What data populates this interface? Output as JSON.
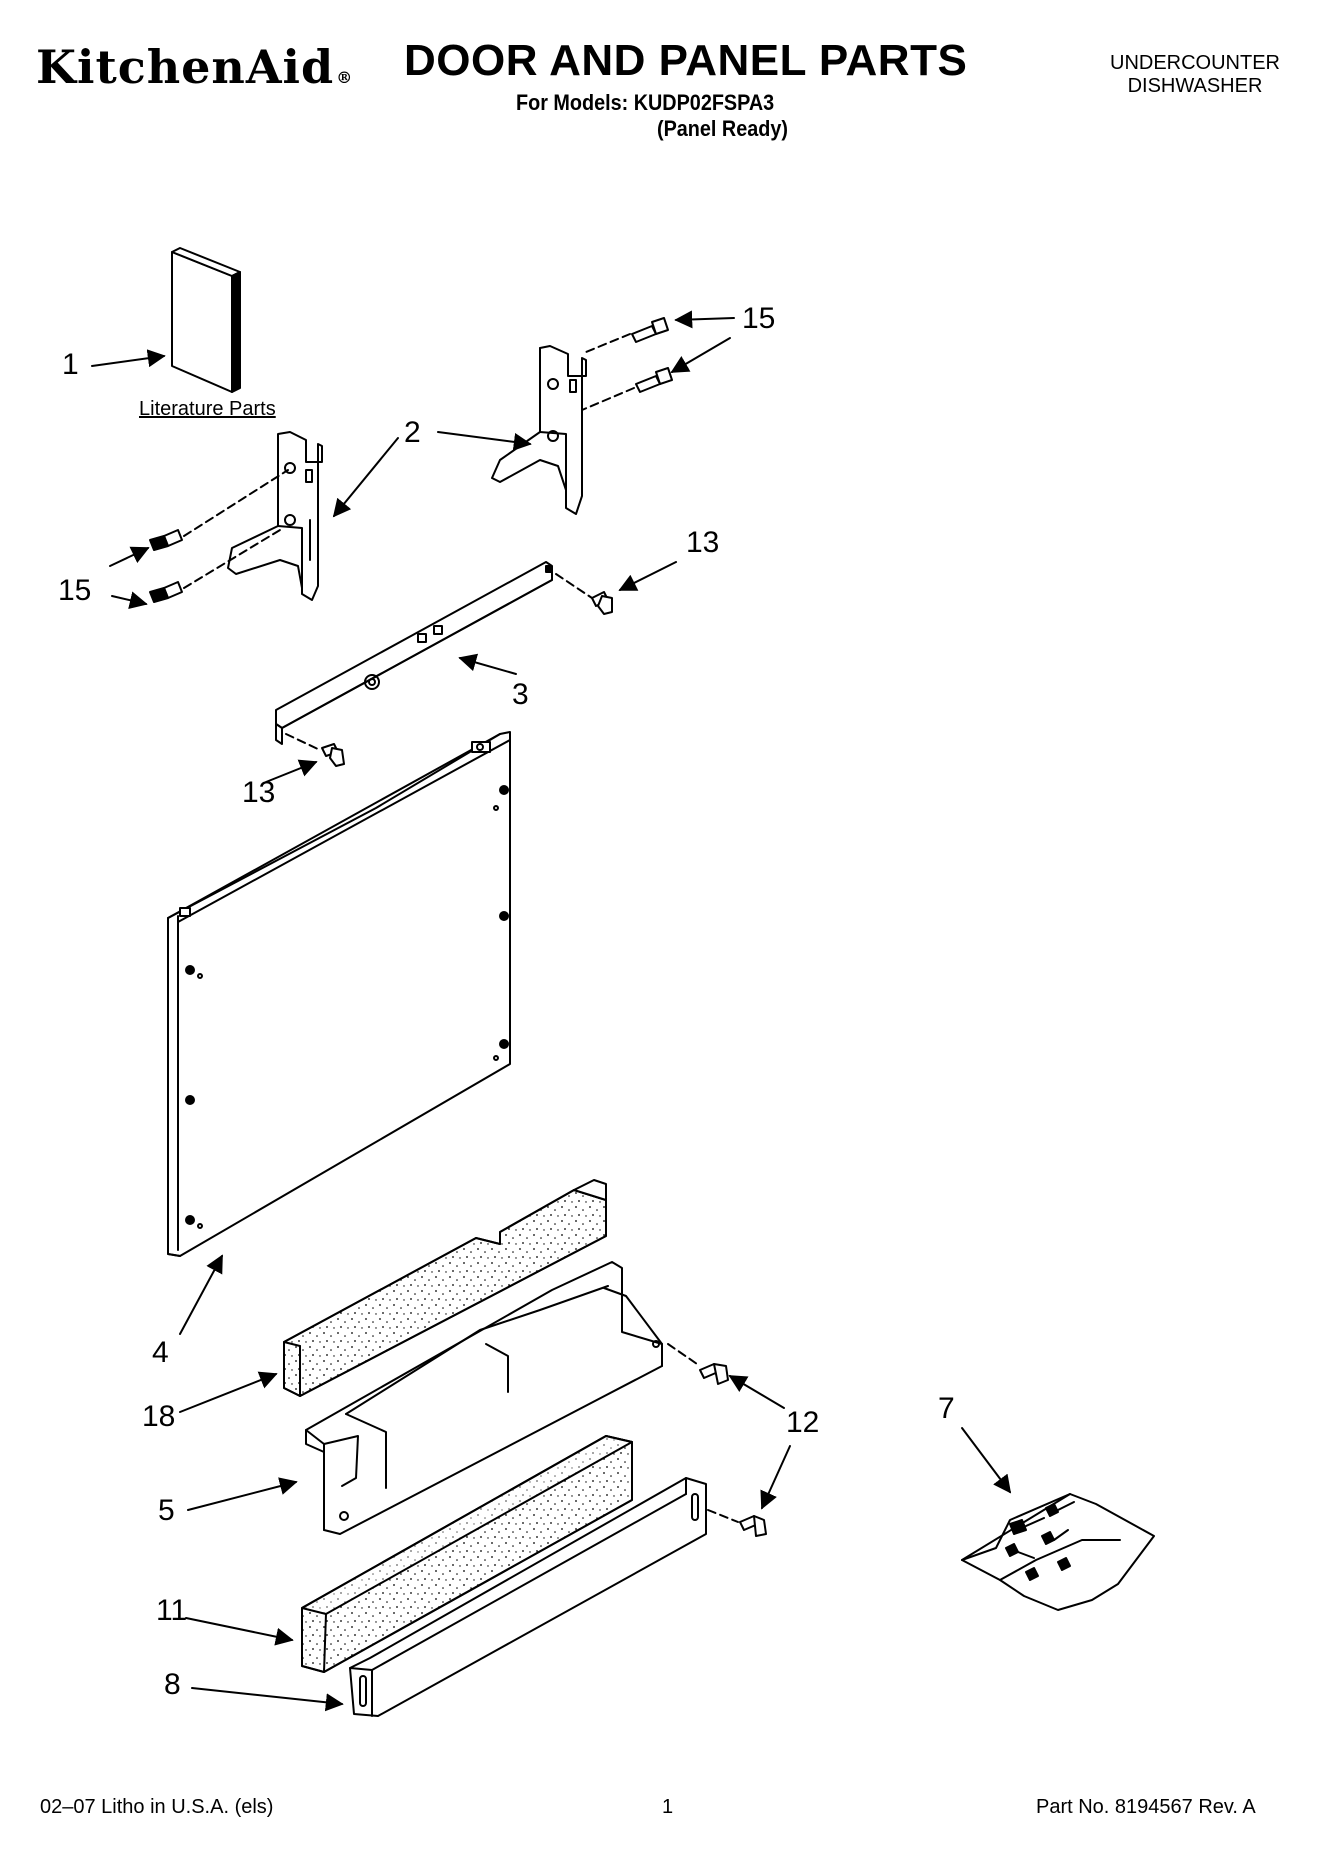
{
  "header": {
    "brand": "KitchenAid",
    "brand_mark": "®",
    "title": "DOOR AND PANEL PARTS",
    "models": "For Models: KUDP02FSPA3",
    "variant": "(Panel Ready)",
    "category_line1": "UNDERCOUNTER",
    "category_line2": "DISHWASHER"
  },
  "diagram": {
    "literature_label": "Literature Parts",
    "callouts": {
      "p1": "1",
      "p2": "2",
      "p3": "3",
      "p4": "4",
      "p5": "5",
      "p7": "7",
      "p8": "8",
      "p11": "11",
      "p12": "12",
      "p13a": "13",
      "p13b": "13",
      "p15a": "15",
      "p15b": "15",
      "p18": "18"
    }
  },
  "footer": {
    "litho": "02–07 Litho in U.S.A. (els)",
    "page_number": "1",
    "part_number": "Part No. 8194567 Rev. A"
  },
  "colors": {
    "ink": "#000000",
    "paper": "#ffffff"
  }
}
